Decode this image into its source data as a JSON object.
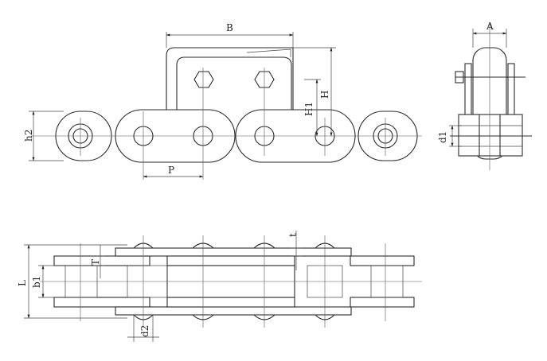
{
  "labels": {
    "A": "A",
    "B": "B",
    "H": "H",
    "H1": "H1",
    "h2": "h2",
    "P": "P",
    "d1": "d1",
    "t": "t",
    "T": "T",
    "L": "L",
    "b1": "b1",
    "d2": "d2"
  }
}
